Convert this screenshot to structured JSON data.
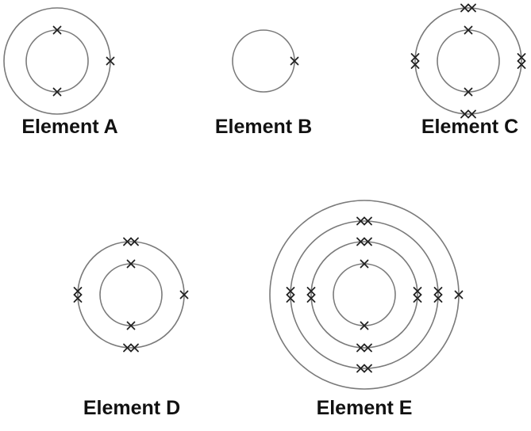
{
  "elements": [
    {
      "id": "A",
      "label": "Element A",
      "shells": [
        2,
        1
      ]
    },
    {
      "id": "B",
      "label": "Element B",
      "shells": [
        1
      ]
    },
    {
      "id": "C",
      "label": "Element C",
      "shells": [
        2,
        8
      ]
    },
    {
      "id": "D",
      "label": "Element D",
      "shells": [
        2,
        7
      ]
    },
    {
      "id": "E",
      "label": "Element E",
      "shells": [
        2,
        8,
        8,
        1
      ]
    }
  ],
  "colors": {
    "shell": "#7a7a7a",
    "electron": "#222222",
    "text": "#111111"
  }
}
